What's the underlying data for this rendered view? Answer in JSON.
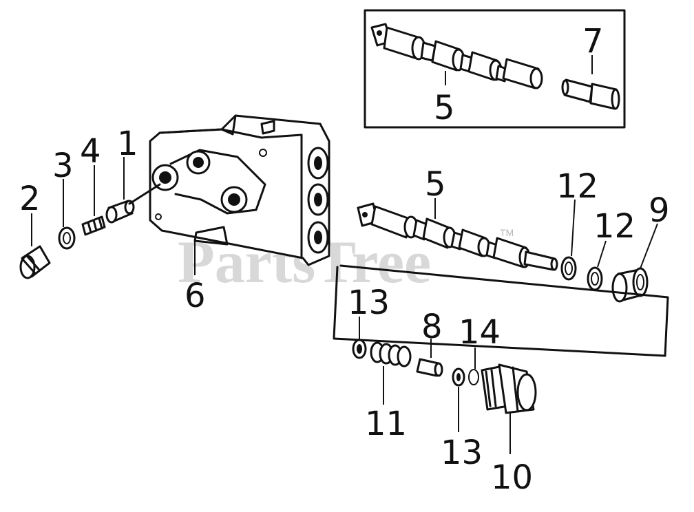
{
  "watermark": {
    "text": "PartsTree",
    "trademark": "TM"
  },
  "callouts": [
    {
      "id": "1",
      "label": "1"
    },
    {
      "id": "2",
      "label": "2"
    },
    {
      "id": "3",
      "label": "3"
    },
    {
      "id": "4",
      "label": "4"
    },
    {
      "id": "5a",
      "label": "5"
    },
    {
      "id": "5b",
      "label": "5"
    },
    {
      "id": "6",
      "label": "6"
    },
    {
      "id": "7",
      "label": "7"
    },
    {
      "id": "8",
      "label": "8"
    },
    {
      "id": "9",
      "label": "9"
    },
    {
      "id": "10",
      "label": "10"
    },
    {
      "id": "11",
      "label": "11"
    },
    {
      "id": "12a",
      "label": "12"
    },
    {
      "id": "12b",
      "label": "12"
    },
    {
      "id": "13a",
      "label": "13"
    },
    {
      "id": "13b",
      "label": "13"
    },
    {
      "id": "14",
      "label": "14"
    }
  ]
}
